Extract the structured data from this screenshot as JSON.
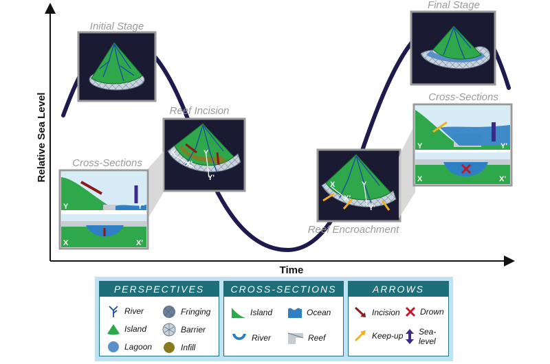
{
  "axes": {
    "y_label": "Relative Sea Level",
    "x_label": "Time"
  },
  "stages": {
    "initial": "Initial Stage",
    "incision": "Reef Incision",
    "encroachment": "Reef Encroachment",
    "final": "Final Stage",
    "cross_sections_left": "Cross-Sections",
    "cross_sections_right": "Cross-Sections"
  },
  "section_marks": {
    "x": "X",
    "x_prime": "X'",
    "y": "Y",
    "y_prime": "Y'"
  },
  "legend": {
    "perspectives": {
      "title": "PERSPECTIVES",
      "items": [
        "River",
        "Fringing",
        "Island",
        "Barrier",
        "Lagoon",
        "Infill"
      ]
    },
    "cross_sections": {
      "title": "CROSS-SECTIONS",
      "items": [
        "Island",
        "Ocean",
        "River",
        "Reef"
      ]
    },
    "arrows": {
      "title": "ARROWS",
      "items": [
        "Incision",
        "Drown",
        "Keep-up",
        "Sea-level"
      ]
    }
  },
  "colors": {
    "curve": "#1f1a4d",
    "island": "#2ea84a",
    "ocean": "#2f7fc4",
    "panel_bg": "#1a1a33",
    "header": "#1d6f7a",
    "incision_arrow": "#8b1a1a",
    "keepup_arrow": "#f2b01e",
    "sealevel_arrow": "#3a2a8a",
    "infill": "#8a7a1e"
  }
}
